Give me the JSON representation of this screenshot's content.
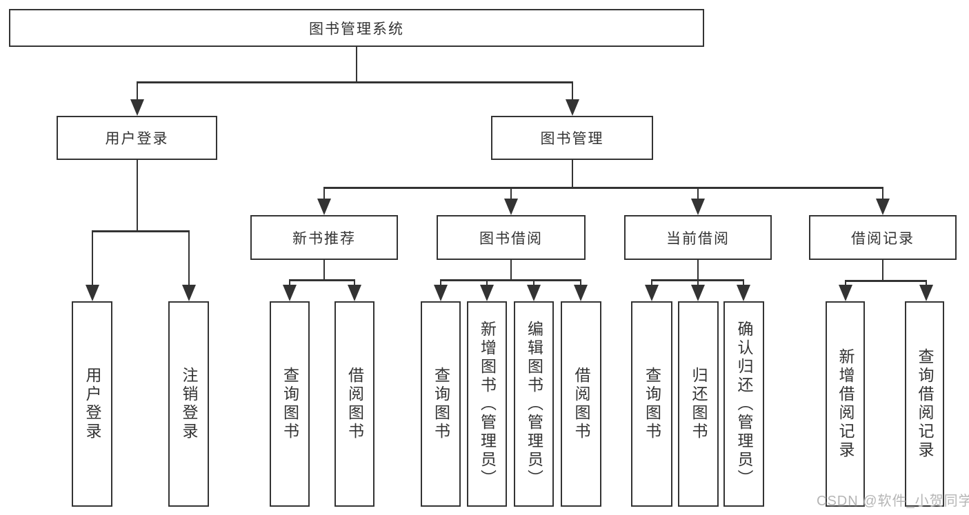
{
  "diagram": {
    "root": {
      "label": "图书管理系统",
      "children": [
        {
          "label": "用户登录",
          "children": [
            {
              "label": "用户登录"
            },
            {
              "label": "注销登录"
            }
          ]
        },
        {
          "label": "图书管理",
          "children": [
            {
              "label": "新书推荐",
              "children": [
                {
                  "label": "查询图书"
                },
                {
                  "label": "借阅图书"
                }
              ]
            },
            {
              "label": "图书借阅",
              "children": [
                {
                  "label": "查询图书"
                },
                {
                  "label": "新增图书（管理员）"
                },
                {
                  "label": "编辑图书（管理员）"
                },
                {
                  "label": "借阅图书"
                }
              ]
            },
            {
              "label": "当前借阅",
              "children": [
                {
                  "label": "查询图书"
                },
                {
                  "label": "归还图书"
                },
                {
                  "label": "确认归还（管理员）"
                }
              ]
            },
            {
              "label": "借阅记录",
              "children": [
                {
                  "label": "新增借阅记录"
                },
                {
                  "label": "查询借阅记录"
                }
              ]
            }
          ]
        }
      ]
    }
  },
  "watermark": {
    "text": "CSDN @软件_小贺同学"
  },
  "colors": {
    "line": "#333333",
    "text": "#333333",
    "background": "#ffffff",
    "watermark": "#b5b5b5"
  }
}
